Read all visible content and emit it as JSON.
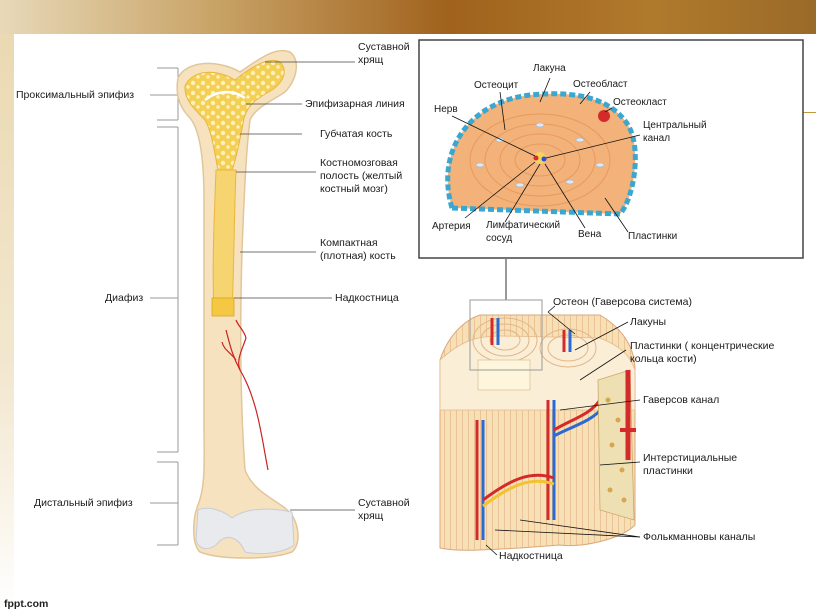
{
  "bone_labels": {
    "articular_top": "Суставной\nхрящ",
    "prox_epiphysis": "Проксимальный эпифиз",
    "epiphyseal_line": "Эпифизарная линия",
    "spongy": "Губчатая кость",
    "marrow_cavity": "Костномозговая\nполость (желтый\nкостный мозг)",
    "compact": "Компактная\n(плотная) кость",
    "diaphysis": "Диафиз",
    "periosteum": "Надкостница",
    "dist_epiphysis": "Дистальный эпифиз",
    "articular_bottom": "Суставной\nхрящ"
  },
  "osteon_labels": {
    "lacuna": "Лакуна",
    "osteocyte": "Остеоцит",
    "osteoblast": "Остеобласт",
    "nerve": "Нерв",
    "osteoclast": "Остеокласт",
    "central_canal": "Центральный\nканал",
    "artery": "Артерия",
    "lymph": "Лимфатический\nсосуд",
    "vein": "Вена",
    "lamellae": "Пластинки"
  },
  "block_labels": {
    "osteon": "Остеон (Гаверсова система)",
    "lacunae": "Лакуны",
    "lamellae_conc": "Пластинки   ( концентрические\nкольца кости)",
    "haversian": "Гаверсов канал",
    "interstitial": "Интерстициальные\nпластинки",
    "volkmann": "Фолькманновы каналы",
    "periosteum": "Надкостница"
  },
  "footer": "fppt.com"
}
